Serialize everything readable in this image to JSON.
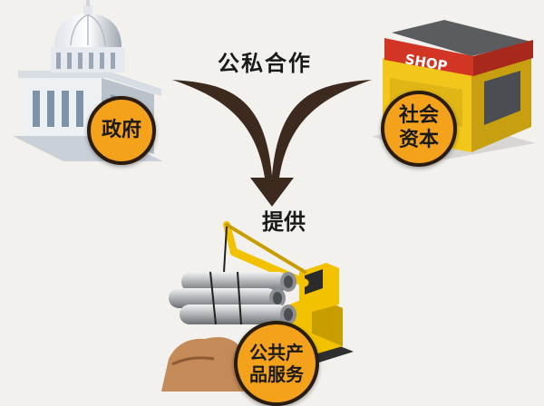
{
  "title": "公私合作",
  "flow_label": "提供",
  "nodes": {
    "government": {
      "label": "政府",
      "icon": "government-building-icon"
    },
    "social_capital": {
      "label": "社会资本",
      "icon": "shop-icon"
    },
    "public_service": {
      "label": "公共产品服务",
      "icon": "crane-pipes-icon"
    }
  },
  "shop_sign": "SHOP",
  "colors": {
    "badge_fill": "#f4a21b",
    "badge_border": "#2a1c0f",
    "arrow": "#3d2a1f",
    "shop_yellow": "#f2c61a",
    "shop_red": "#d33524",
    "crane_yellow": "#f2c200",
    "background": "#f2f1ee"
  }
}
